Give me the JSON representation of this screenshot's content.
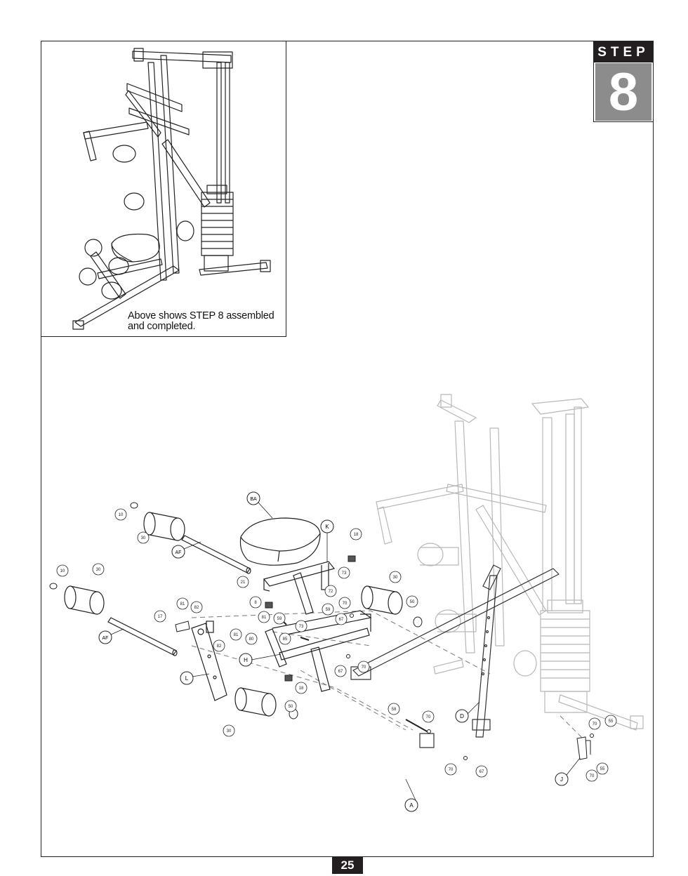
{
  "step": {
    "word": "STEP",
    "number": "8"
  },
  "inset": {
    "caption_line1": "Above shows STEP 8 assembled",
    "caption_line2": "and completed."
  },
  "page_number": "25",
  "callouts": {
    "letters": [
      "BA",
      "K",
      "AF",
      "AF",
      "H",
      "L",
      "D",
      "J",
      "A"
    ],
    "numbers": [
      "10",
      "30",
      "10",
      "30",
      "21",
      "18",
      "73",
      "72",
      "59",
      "8",
      "59",
      "73",
      "80",
      "81",
      "85",
      "17",
      "81",
      "82",
      "81",
      "82",
      "30",
      "70",
      "67",
      "30",
      "50",
      "18",
      "67",
      "70",
      "30",
      "50",
      "58",
      "70",
      "70",
      "67",
      "70",
      "55",
      "70",
      "55"
    ]
  }
}
